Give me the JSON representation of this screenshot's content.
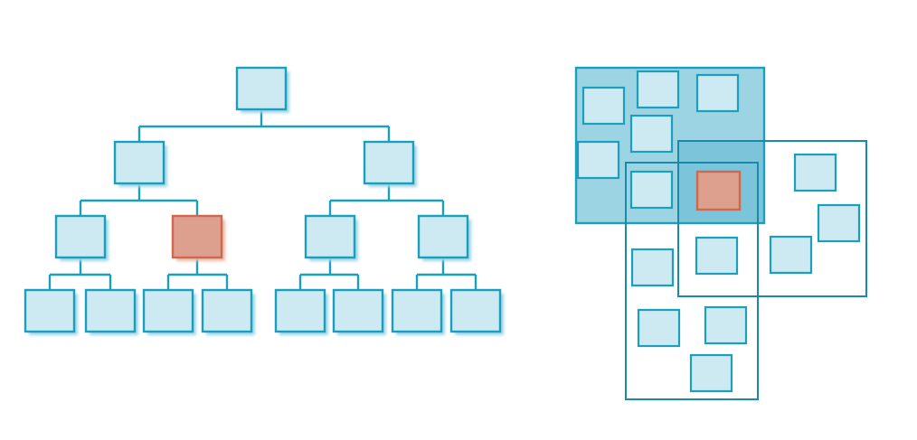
{
  "colors": {
    "background": "#ffffff",
    "node_fill": "#cdeaf3",
    "node_stroke": "#1a9fbd",
    "node_shadow": "#9fd6e6",
    "highlight_fill": "#dda08f",
    "highlight_stroke": "#d0684e",
    "highlight_shadow": "#e8b9a9",
    "connector": "#1a9fbd",
    "region_fill": "#9dd4e4",
    "region_stroke": "#1a9fbd",
    "region_overlap_fill": "#7cc4d9",
    "region_outline": "#1a8aa8"
  },
  "diagram": {
    "left": {
      "kind": "tree",
      "icon": "tree-hierarchy",
      "levels": [
        {
          "count": 1,
          "highlight": []
        },
        {
          "count": 2,
          "highlight": []
        },
        {
          "count": 4,
          "highlight": [
            1
          ]
        },
        {
          "count": 8,
          "highlight": []
        }
      ]
    },
    "right": {
      "kind": "overlapping-regions",
      "icon": "region-partition",
      "regions": [
        {
          "name": "region-top-left",
          "filled": true
        },
        {
          "name": "region-right",
          "filled": false
        },
        {
          "name": "region-bottom",
          "filled": false
        }
      ],
      "node_count": 15,
      "highlighted_nodes": 1
    }
  }
}
